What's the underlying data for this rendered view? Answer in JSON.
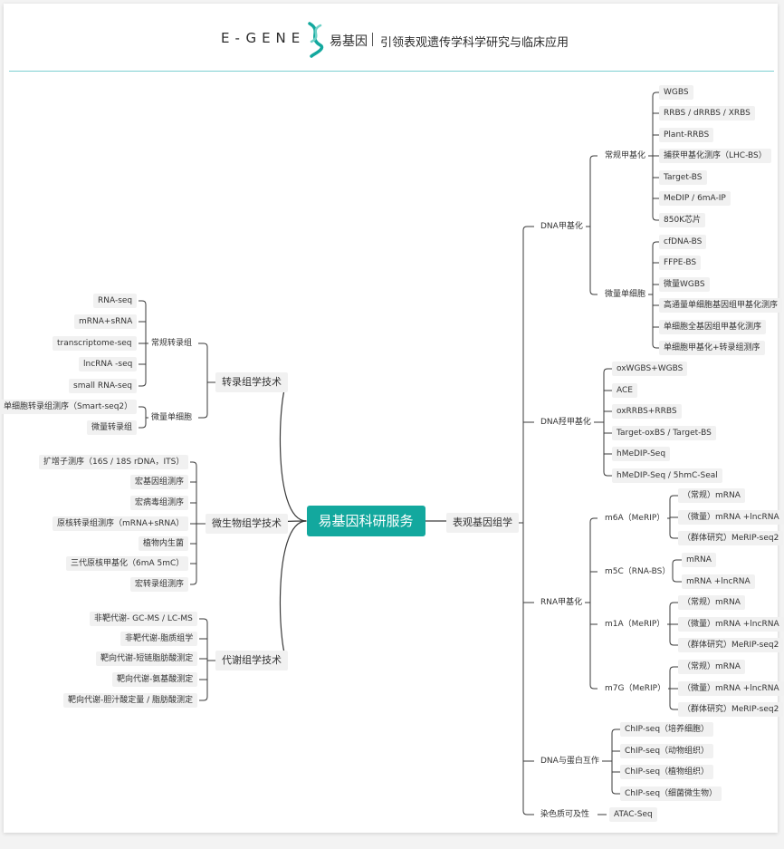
{
  "header": {
    "logo_text": "E-GENE",
    "brand_cn": "易基因",
    "tagline": "引领表观遗传学科学研究与临床应用",
    "accent_color": "#13a89e",
    "line_color": "#7ccfd1",
    "icon": "dna-helix-icon"
  },
  "mindmap": {
    "root": "易基因科研服务",
    "right": {
      "label": "表观基因组学",
      "children": [
        {
          "label": "DNA甲基化",
          "children": [
            {
              "label": "常规甲基化",
              "items": [
                "WGBS",
                "RRBS / dRRBS / XRBS",
                "Plant-RRBS",
                "捕获甲基化测序（LHC-BS）",
                "Target-BS",
                "MeDIP / 6mA-IP",
                "850K芯片"
              ]
            },
            {
              "label": "微量单细胞",
              "items": [
                "cfDNA-BS",
                "FFPE-BS",
                "微量WGBS",
                "高通量单细胞基因组甲基化测序",
                "单细胞全基因组甲基化测序",
                "单细胞甲基化+转录组测序"
              ]
            }
          ]
        },
        {
          "label": "DNA羟甲基化",
          "items": [
            "oxWGBS+WGBS",
            "ACE",
            "oxRRBS+RRBS",
            "Target-oxBS / Target-BS",
            "hMeDIP-Seq",
            "hMeDIP-Seq / 5hmC-Seal"
          ]
        },
        {
          "label": "RNA甲基化",
          "children": [
            {
              "label": "m6A（MeRIP）",
              "items": [
                "（常规）mRNA",
                "（微量）mRNA +lncRNA",
                "（群体研究）MeRIP-seq2"
              ]
            },
            {
              "label": "m5C（RNA-BS）",
              "items": [
                "mRNA",
                "mRNA +lncRNA"
              ]
            },
            {
              "label": "m1A（MeRIP）",
              "items": [
                "（常规）mRNA",
                "（微量）mRNA +lncRNA",
                "（群体研究）MeRIP-seq2"
              ]
            },
            {
              "label": "m7G（MeRIP）",
              "items": [
                "（常规）mRNA",
                "（微量）mRNA +lncRNA",
                "（群体研究）MeRIP-seq2"
              ]
            }
          ]
        },
        {
          "label": "DNA与蛋白互作",
          "items": [
            "ChIP-seq（培养细胞）",
            "ChIP-seq（动物组织）",
            "ChIP-seq（植物组织）",
            "ChIP-seq（细菌微生物）"
          ]
        },
        {
          "label": "染色质可及性",
          "items": [
            "ATAC-Seq"
          ]
        }
      ]
    },
    "left": [
      {
        "label": "转录组学技术",
        "children": [
          {
            "label": "常规转录组",
            "items": [
              "RNA-seq",
              "mRNA+sRNA",
              "transcriptome-seq",
              "lncRNA -seq",
              "small RNA-seq"
            ]
          },
          {
            "label": "微量单细胞",
            "items": [
              "单细胞转录组测序（Smart-seq2）",
              "微量转录组"
            ]
          }
        ]
      },
      {
        "label": "微生物组学技术",
        "items": [
          "扩增子测序（16S / 18S rDNA，ITS）",
          "宏基因组测序",
          "宏病毒组测序",
          "原核转录组测序（mRNA+sRNA）",
          "植物内生菌",
          "三代原核甲基化（6mA 5mC）",
          "宏转录组测序"
        ]
      },
      {
        "label": "代谢组学技术",
        "items": [
          "非靶代谢- GC-MS / LC-MS",
          "非靶代谢-脂质组学",
          "靶向代谢-短链脂肪酸测定",
          "靶向代谢-氨基酸测定",
          "靶向代谢-胆汁酸定量 / 脂肪酸测定"
        ]
      }
    ]
  }
}
